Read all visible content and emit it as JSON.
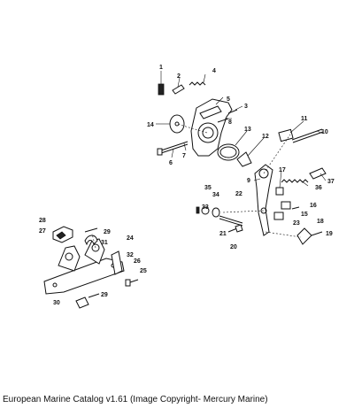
{
  "caption": "European Marine Catalog v1.61 (Image Copyright- Mercury Marine)",
  "callouts": [
    "1",
    "2",
    "3",
    "4",
    "5",
    "6",
    "7",
    "8",
    "9",
    "10",
    "11",
    "12",
    "13",
    "14",
    "15",
    "16",
    "17",
    "18",
    "19",
    "20",
    "21",
    "22",
    "23",
    "24",
    "25",
    "26",
    "27",
    "28",
    "29",
    "29",
    "30",
    "31",
    "32",
    "33",
    "34",
    "35",
    "36",
    "37"
  ]
}
